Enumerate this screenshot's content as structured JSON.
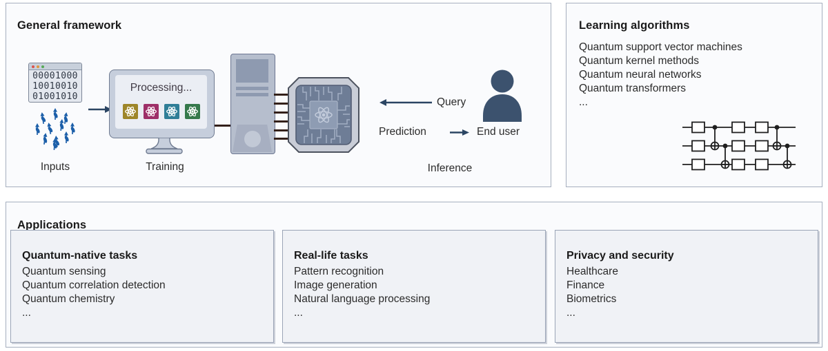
{
  "colors": {
    "panel_bg": "#fafbfd",
    "panel_border": "#a6afbe",
    "box_bg": "#f0f2f6",
    "box_border": "#9aa4b6",
    "text_dark": "#1a1a1a",
    "text_body": "#2b2b2b",
    "spin_blue": "#1c5fa9",
    "arrow_navy": "#2b4563",
    "person_navy": "#3c526e",
    "atom1": "#9e8629",
    "atom2": "#9e2f68",
    "atom3": "#2f7e97",
    "atom4": "#35794b",
    "monitor_frame": "#c6cedc",
    "screen_bg": "#ebeef4",
    "tower_body": "#b6becd",
    "tower_panel": "#8e9ab0",
    "chip_frame": "#c9cdd7",
    "chip_core": "#6e7d96",
    "cable_brown": "#33201a"
  },
  "general_framework": {
    "title": "General framework",
    "binary_window": {
      "lines": [
        "00001000",
        "10010010",
        "01001010"
      ]
    },
    "processing_label": "Processing...",
    "inputs_label": "Inputs",
    "training_label": "Training",
    "inference_label": "Inference",
    "query_label": "Query",
    "prediction_label": "Prediction",
    "end_user_label": "End user"
  },
  "learning_algorithms": {
    "title": "Learning algorithms",
    "items": [
      "Quantum support vector machines",
      "Quantum kernel methods",
      "Quantum neural networks",
      "Quantum transformers",
      "..."
    ]
  },
  "applications": {
    "title": "Applications",
    "boxes": [
      {
        "title": "Quantum-native tasks",
        "items": [
          "Quantum sensing",
          "Quantum correlation detection",
          "Quantum chemistry",
          "..."
        ]
      },
      {
        "title": "Real-life tasks",
        "items": [
          "Pattern recognition",
          "Image generation",
          "Natural language processing",
          "..."
        ]
      },
      {
        "title": "Privacy and security",
        "items": [
          "Healthcare",
          "Finance",
          "Biometrics",
          "..."
        ]
      }
    ]
  }
}
